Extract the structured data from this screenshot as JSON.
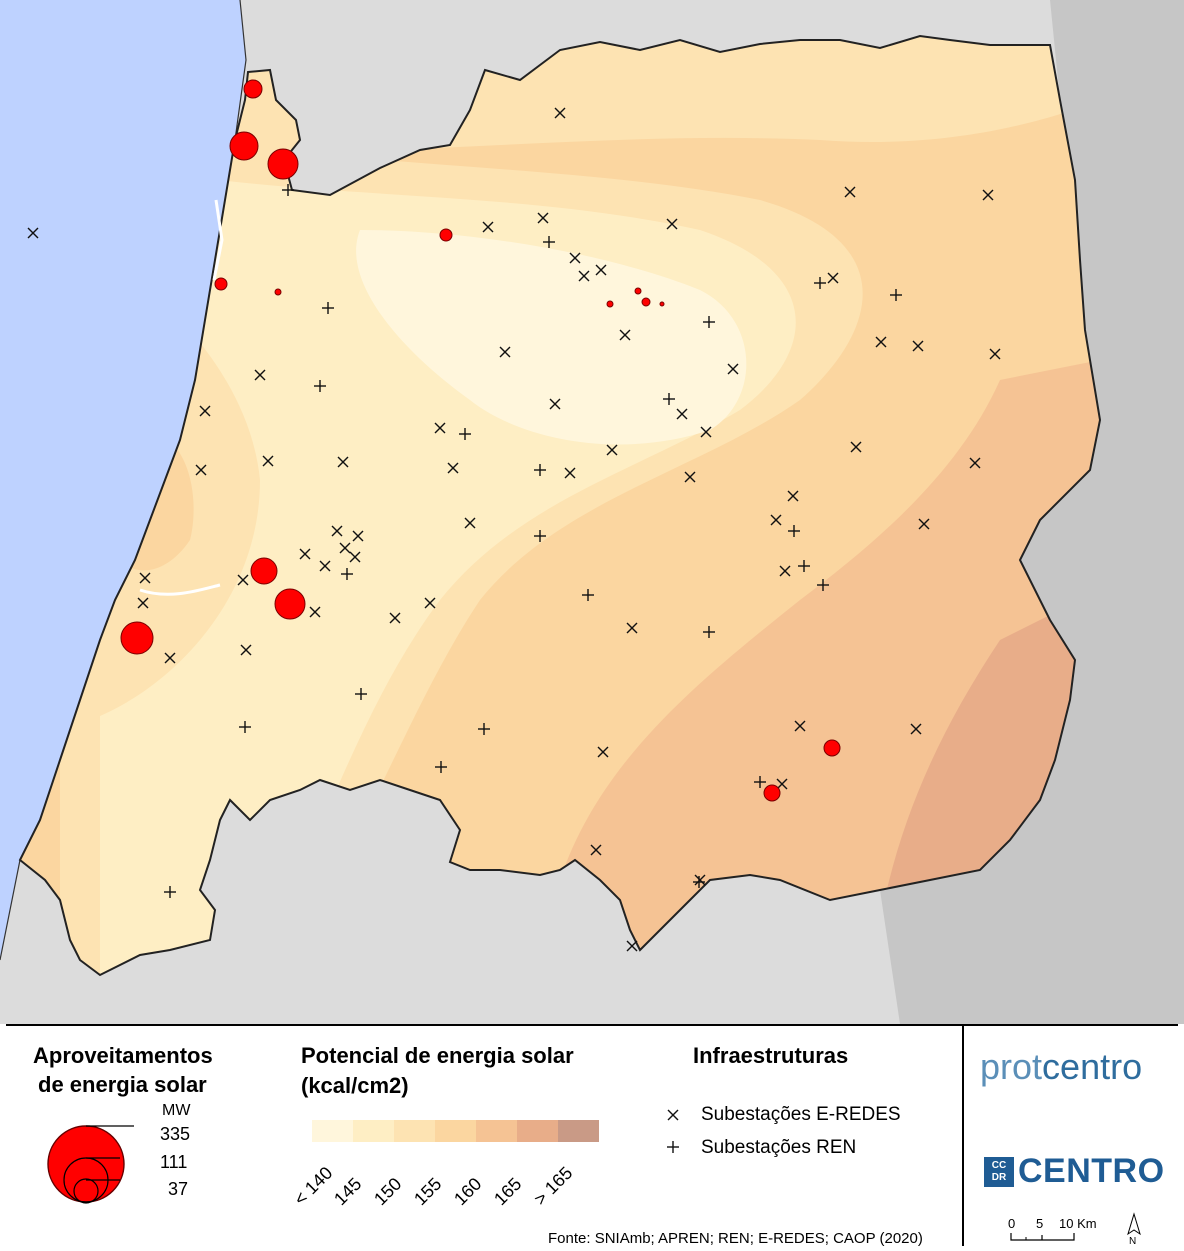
{
  "legend": {
    "solar_title_1": "Aproveitamentos",
    "solar_title_2": "de energia solar",
    "mw_unit": "MW",
    "mw_values": [
      "335",
      "111",
      "37"
    ],
    "potential_title_1": "Potencial de energia solar",
    "potential_title_2": "(kcal/cm2)",
    "potential_classes": [
      "< 140",
      "145",
      "150",
      "155",
      "160",
      "165",
      "> 165"
    ],
    "potential_colors": [
      "#fff6dc",
      "#feeec4",
      "#fde3b2",
      "#fbd6a0",
      "#f5c394",
      "#e8ad89",
      "#c99a86"
    ],
    "infra_title": "Infraestruturas",
    "infra_items": [
      "Subestações E-REDES",
      "Subestações REN"
    ]
  },
  "colors": {
    "sea": "#bed2ff",
    "outside": "#dcdcdc",
    "dark_outside": "#c6c6c6",
    "solar_point": "#ff0000"
  },
  "source": "Fonte: SNIAmb; APREN; REN; E-REDES; CAOP (2020)",
  "logos": {
    "protcentro_a": "prot",
    "protcentro_b": "centro",
    "ccdr": "CC DR",
    "centro": "CENTRO"
  },
  "scale": {
    "labels": [
      "0",
      "5",
      "10 Km"
    ],
    "north": "N"
  }
}
